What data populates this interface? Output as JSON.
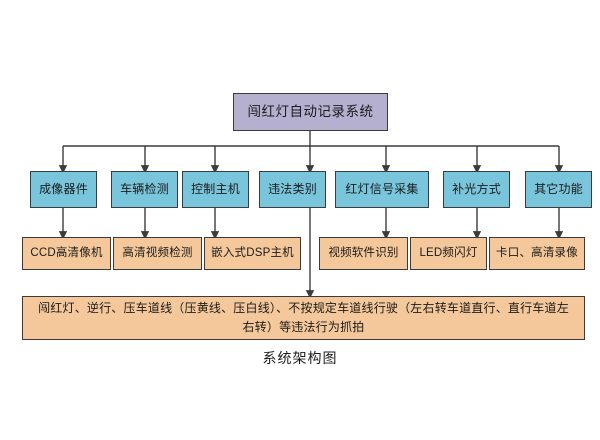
{
  "diagram": {
    "caption": "系统架构图",
    "colors": {
      "background": "#ffffff",
      "title_fill": "#b5b0d0",
      "category_fill": "#79c6dc",
      "detail_fill": "#f4c89a",
      "stroke": "#3b3b3b",
      "text": "#1b1b1b"
    },
    "title": {
      "label": "闯红灯自动记录系统"
    },
    "categories": [
      {
        "label": "成像器件"
      },
      {
        "label": "车辆检测"
      },
      {
        "label": "控制主机"
      },
      {
        "label": "违法类别"
      },
      {
        "label": "红灯信号采集"
      },
      {
        "label": "补光方式"
      },
      {
        "label": "其它功能"
      }
    ],
    "details": [
      {
        "label": "CCD高清像机"
      },
      {
        "label": "高清视频检测"
      },
      {
        "label": "嵌入式DSP主机"
      },
      {
        "label": "视频软件识别"
      },
      {
        "label": "LED频闪灯"
      },
      {
        "label": "卡口、高清录像"
      }
    ],
    "description": {
      "label": "闯红灯、逆行、压车道线（压黄线、压白线）、不按规定车道线行驶（左右转车道直行、直行车道左右转）等违法行为抓拍"
    }
  }
}
